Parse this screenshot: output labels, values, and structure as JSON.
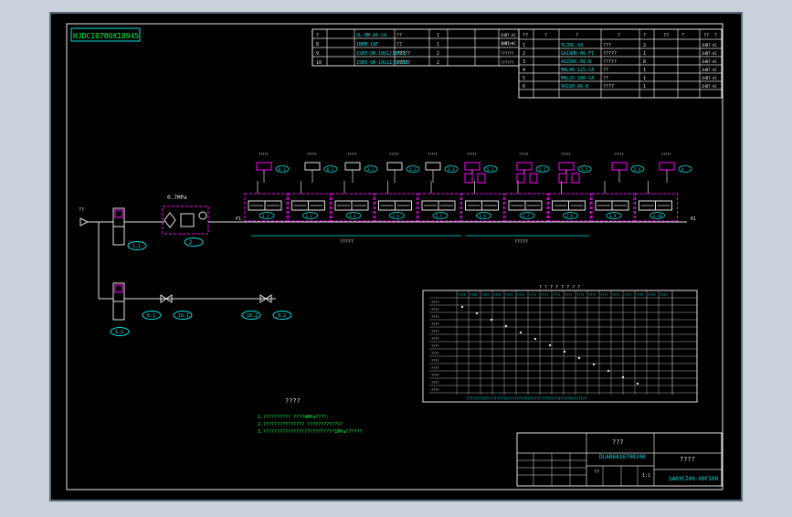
{
  "drawing_code": "HJDC10700X10945",
  "parts_top_left": [
    {
      "no": "7",
      "code": "SL-8M-G6-CA",
      "name": "??",
      "qty": "1",
      "std": "",
      "mat": "JHBT-AC"
    },
    {
      "no": "8",
      "code": "1BRM-10F",
      "name": "??",
      "qty": "1",
      "std": "",
      "mat": "??????"
    },
    {
      "no": "9",
      "code": "1SE0-SM-10G1/10311",
      "name": "?????",
      "qty": "2",
      "std": "",
      "mat": "??????"
    },
    {
      "no": "10",
      "code": "1SE0-SM-10G11/10311",
      "name": "?????",
      "qty": "2",
      "std": "",
      "mat": "??????"
    }
  ],
  "parts_top_left_extra": "JHBT-AC",
  "parts_top_right_header": [
    "??",
    "?",
    "?",
    "?",
    "?",
    "??",
    "?",
    "??",
    "?"
  ],
  "parts_top_right": [
    {
      "no": "1",
      "code": "TL39L-10",
      "name": "???",
      "qty": "2",
      "mat": "JHBT-AC"
    },
    {
      "no": "2",
      "code": "GA190D-06-F1",
      "name": "?????",
      "qty": "1",
      "mat": "JHBT-AC"
    },
    {
      "no": "3",
      "code": "4V230C-06-B",
      "name": "?????",
      "qty": "8",
      "mat": "JHBT-AC"
    },
    {
      "no": "4",
      "code": "MAL40-125-CA",
      "name": "??",
      "qty": "1",
      "mat": "JHBT-AC"
    },
    {
      "no": "5",
      "code": "MAL25-100-CA",
      "name": "??",
      "qty": "1",
      "mat": "JHBT-AC"
    },
    {
      "no": "6",
      "code": "4V220-06-B",
      "name": "????",
      "qty": "1",
      "mat": "JHBT-AC"
    }
  ],
  "pressure": "0.7MPa",
  "source_label": "??",
  "valve_tags": [
    "1.1",
    "1.2",
    "2",
    "8.1",
    "10.1",
    "10.2",
    "9.2"
  ],
  "ports_label": "P1",
  "end_label": "R1",
  "cyl_tags": [
    "6.1",
    "6.2",
    "3.1",
    "3.2",
    "3.3",
    "5.1",
    "5.2",
    "5.3",
    "5.4",
    "4",
    "5"
  ],
  "valve_row_tags": [
    "3.1",
    "3.2",
    "3.3",
    "3.4",
    "3.5",
    "3.6",
    "3.7",
    "3.8",
    "3.9",
    "3.10"
  ],
  "group_label_1": "?????",
  "group_label_2": "?????",
  "notes_title": "????",
  "notes": [
    "1.?????????? ????4MPa????;",
    "2.??????????????? ?????????????",
    "3.??????????????????????????1MPa??????"
  ],
  "seq_header": "? ? ? ? ? ? ? ?",
  "seq_footer": "???????????????????????????????????????????????????????",
  "title_block": {
    "project": "???",
    "drawing_no": "DLA06A16700100",
    "name": "????",
    "scale": "1:1",
    "sheet": "??",
    "code": "SA03C700-00F100"
  }
}
